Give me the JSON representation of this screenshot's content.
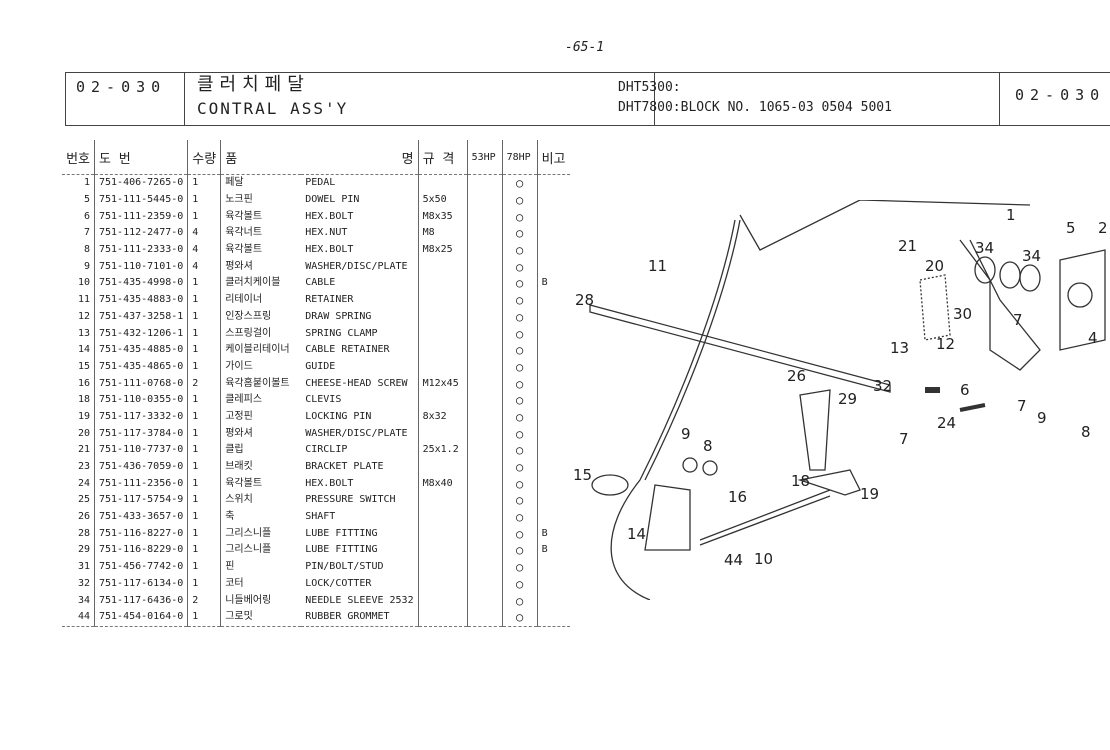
{
  "page_number": "-65-1",
  "header": {
    "code_left": "02-030",
    "title_ko": "클러치페달",
    "title_en": "CONTRAL ASS'Y",
    "model_1": "DHT5300:",
    "model_2": "DHT7800:BLOCK NO. 1065-03 0504 5001",
    "code_right": "02-030"
  },
  "table": {
    "headers": [
      "번호",
      "도    번",
      "수량",
      "품",
      "명",
      "규    격",
      "53HP",
      "78HP",
      "비고"
    ],
    "rows": [
      [
        "1",
        "751-406-7265-0",
        "1",
        "페달",
        "PEDAL",
        "",
        "",
        "○",
        ""
      ],
      [
        "5",
        "751-111-5445-0",
        "1",
        "노크핀",
        "DOWEL PIN",
        "5x50",
        "",
        "○",
        ""
      ],
      [
        "6",
        "751-111-2359-0",
        "1",
        "육각볼트",
        "HEX.BOLT",
        "M8x35",
        "",
        "○",
        ""
      ],
      [
        "7",
        "751-112-2477-0",
        "4",
        "육각너트",
        "HEX.NUT",
        "M8",
        "",
        "○",
        ""
      ],
      [
        "8",
        "751-111-2333-0",
        "4",
        "육각볼트",
        "HEX.BOLT",
        "M8x25",
        "",
        "○",
        ""
      ],
      [
        "9",
        "751-110-7101-0",
        "4",
        "평와셔",
        "WASHER/DISC/PLATE",
        "",
        "",
        "○",
        ""
      ],
      [
        "10",
        "751-435-4998-0",
        "1",
        "클러치케이블",
        "CABLE",
        "",
        "",
        "○",
        "B"
      ],
      [
        "11",
        "751-435-4883-0",
        "1",
        "리테이너",
        "RETAINER",
        "",
        "",
        "○",
        ""
      ],
      [
        "12",
        "751-437-3258-1",
        "1",
        "인장스프링",
        "DRAW SPRING",
        "",
        "",
        "○",
        ""
      ],
      [
        "13",
        "751-432-1206-1",
        "1",
        "스프링걸이",
        "SPRING CLAMP",
        "",
        "",
        "○",
        ""
      ],
      [
        "14",
        "751-435-4885-0",
        "1",
        "케이블리테이너",
        "CABLE RETAINER",
        "",
        "",
        "○",
        ""
      ],
      [
        "15",
        "751-435-4865-0",
        "1",
        "가이드",
        "GUIDE",
        "",
        "",
        "○",
        ""
      ],
      [
        "16",
        "751-111-0768-0",
        "2",
        "육각홈붙이볼트",
        "CHEESE-HEAD SCREW",
        "M12x45",
        "",
        "○",
        ""
      ],
      [
        "18",
        "751-110-0355-0",
        "1",
        "클레피스",
        "CLEVIS",
        "",
        "",
        "○",
        ""
      ],
      [
        "19",
        "751-117-3332-0",
        "1",
        "고정핀",
        "LOCKING PIN",
        "8x32",
        "",
        "○",
        ""
      ],
      [
        "20",
        "751-117-3784-0",
        "1",
        "평와셔",
        "WASHER/DISC/PLATE",
        "",
        "",
        "○",
        ""
      ],
      [
        "21",
        "751-110-7737-0",
        "1",
        "클립",
        "CIRCLIP",
        "25x1.2",
        "",
        "○",
        ""
      ],
      [
        "23",
        "751-436-7059-0",
        "1",
        "브래킷",
        "BRACKET PLATE",
        "",
        "",
        "○",
        ""
      ],
      [
        "24",
        "751-111-2356-0",
        "1",
        "육각볼트",
        "HEX.BOLT",
        "M8x40",
        "",
        "○",
        ""
      ],
      [
        "25",
        "751-117-5754-9",
        "1",
        "스위치",
        "PRESSURE SWITCH",
        "",
        "",
        "○",
        ""
      ],
      [
        "26",
        "751-433-3657-0",
        "1",
        "축",
        "SHAFT",
        "",
        "",
        "○",
        ""
      ],
      [
        "28",
        "751-116-8227-0",
        "1",
        "그리스니플",
        "LUBE FITTING",
        "",
        "",
        "○",
        "B"
      ],
      [
        "29",
        "751-116-8229-0",
        "1",
        "그리스니플",
        "LUBE FITTING",
        "",
        "",
        "○",
        "B"
      ],
      [
        "31",
        "751-456-7742-0",
        "1",
        "핀",
        "PIN/BOLT/STUD",
        "",
        "",
        "○",
        ""
      ],
      [
        "32",
        "751-117-6134-0",
        "1",
        "코터",
        "LOCK/COTTER",
        "",
        "",
        "○",
        ""
      ],
      [
        "34",
        "751-117-6436-0",
        "2",
        "니들베어링",
        "NEEDLE SLEEVE 2532",
        "",
        "",
        "○",
        ""
      ],
      [
        "44",
        "751-454-0164-0",
        "1",
        "그로밋",
        "RUBBER GROMMET",
        "",
        "",
        "○",
        ""
      ]
    ]
  },
  "diagram": {
    "callouts": [
      "1",
      "5",
      "2",
      "21",
      "20",
      "34",
      "34",
      "11",
      "28",
      "30",
      "7",
      "13",
      "12",
      "4",
      "26",
      "29",
      "6",
      "32",
      "7",
      "9",
      "24",
      "7",
      "8",
      "9",
      "8",
      "15",
      "18",
      "19",
      "16",
      "14",
      "44",
      "10"
    ]
  }
}
